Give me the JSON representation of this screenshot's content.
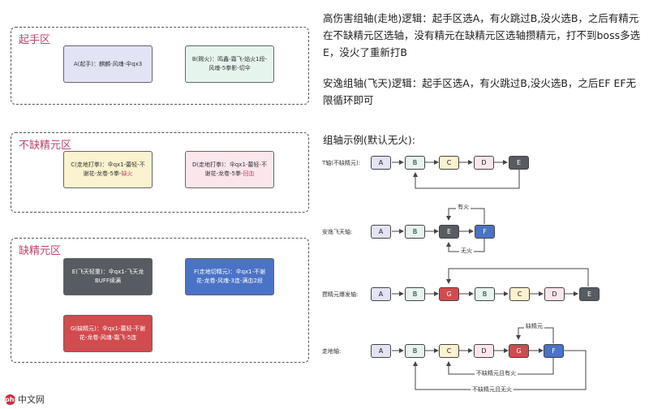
{
  "zones": {
    "start": {
      "title": "起手区"
    },
    "no_lack": {
      "title": "不缺精元区"
    },
    "lack": {
      "title": "缺精元区"
    }
  },
  "cards": {
    "a": {
      "text": "A(起手)：麒麟-风魂-伞qx3"
    },
    "b": {
      "text": "B(赐火)：鸣鑫-霜飞-焰火1段-风魂-5拳影-切伞"
    },
    "c": {
      "text": "C(走地打拳)：伞qx1-蕾轻-不谢花-龙卷-5拳-",
      "tail": "缺火"
    },
    "d": {
      "text": "D(走地打拳)：伞qx1-蕾轻-不谢花-龙卷-5拳-",
      "tail": "回血"
    },
    "e": {
      "text": "E(飞天轻重)：伞qx1-飞天龙BUFF续满"
    },
    "f": {
      "text": "F(走地切精元)：伞qx1-不谢花-龙卷-风魂-3连-满血2段"
    },
    "g": {
      "text": "G(缺精元)：伞qx1-蕾轻-不谢花-龙卷-风魂-霜飞-5连"
    }
  },
  "paragraphs": {
    "p1": {
      "text": "高伤害组轴(走地)逻辑：起手区选A，有火跳过B,没火选B，之后有精元在不缺精元区选轴，没有精元在缺精元区选轴攒精元，打不到boss多选E，没火了重新打B"
    },
    "p2": {
      "text": "安逸组轴(飞天)逻辑：起手区选A，有火跳过B,没火选B，之后EF EF无限循环即可"
    }
  },
  "examples": {
    "title": "组轴示例(默认无火):",
    "rows": [
      {
        "label": "T轴(不缺精元):",
        "nodes": [
          "A",
          "B",
          "C",
          "D",
          "E"
        ]
      },
      {
        "label": "安逸飞天轴:",
        "nodes": [
          "A",
          "B",
          "E",
          "F"
        ]
      },
      {
        "label": "攒精元爆发轴:",
        "nodes": [
          "A",
          "B",
          "G",
          "B",
          "C",
          "D",
          "E"
        ]
      },
      {
        "label": "走地轴:",
        "nodes": [
          "A",
          "B",
          "C",
          "D",
          "G",
          "F"
        ]
      }
    ],
    "notes": {
      "has_fire": "有火",
      "no_fire": "无火",
      "lack_jingyuan": "缺精元",
      "no_lack_and_fire": "不缺精元且有火",
      "no_lack_no_fire": "不缺精元且无火"
    }
  },
  "colors": {
    "A": "#e3e3f6",
    "B": "#e6f4ee",
    "C": "#fbf2cf",
    "D": "#fbe6ec",
    "E": "#575b62",
    "F": "#4a72c6",
    "G": "#d24b4e",
    "accent": "#c0456a"
  },
  "logo": {
    "text": "中文网",
    "mark": "php"
  }
}
